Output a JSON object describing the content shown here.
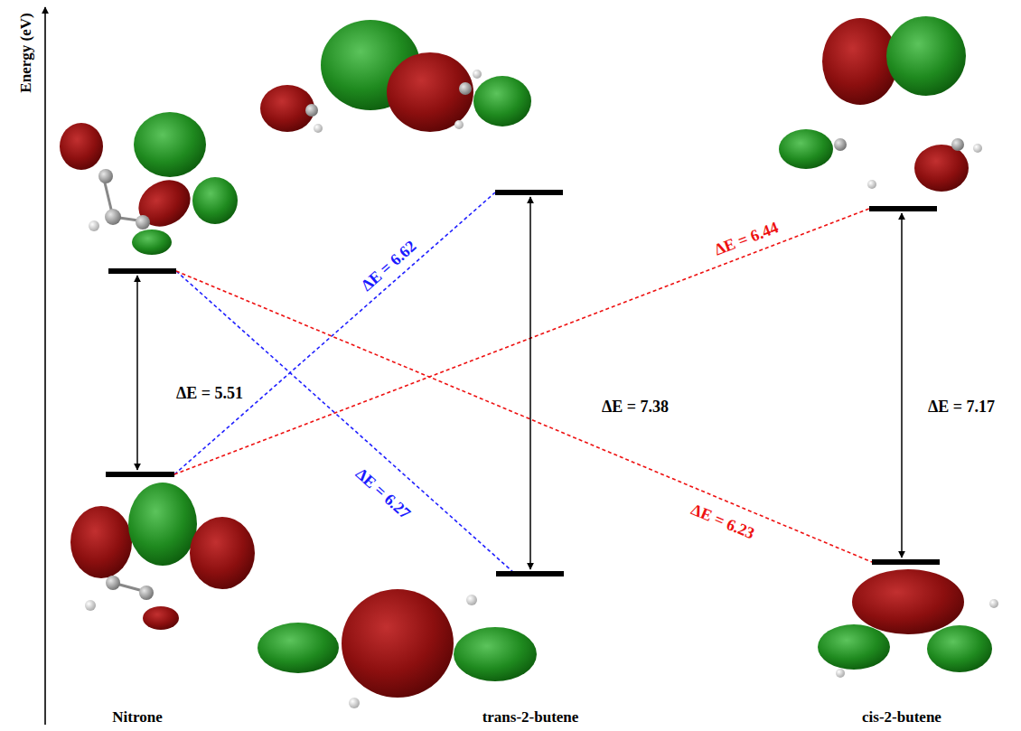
{
  "diagram": {
    "labels": [
      "Energy (eV)",
      "ΔE = 5.51",
      "ΔE = 7.38",
      "ΔE = 7.17",
      "ΔE = 6.62",
      "ΔE = 6.27",
      "ΔE = 6.44",
      "ΔE = 6.23",
      "Nitrone",
      "trans-2-butene",
      "cis-2-butene"
    ]
  }
}
